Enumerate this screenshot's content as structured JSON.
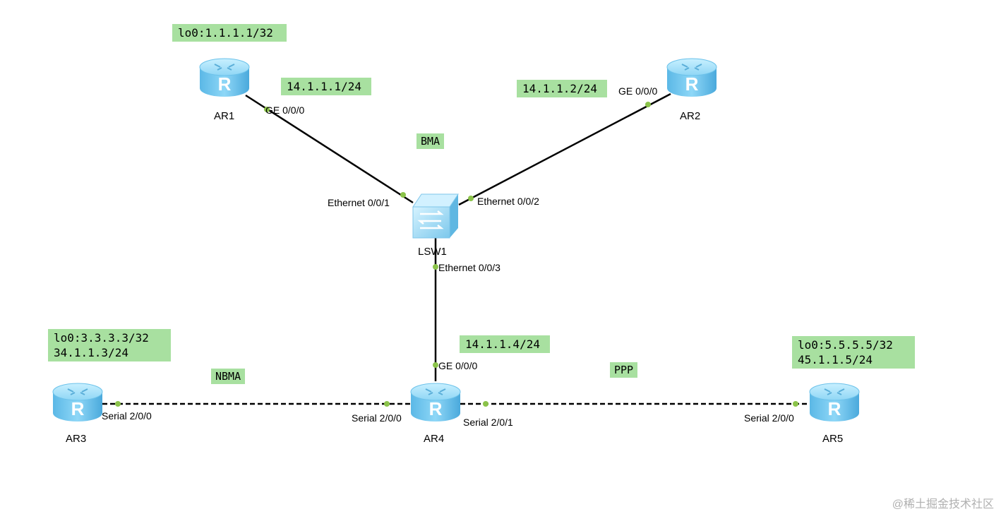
{
  "devices": {
    "ar1": "AR1",
    "ar2": "AR2",
    "ar3": "AR3",
    "ar4": "AR4",
    "ar5": "AR5",
    "lsw1": "LSW1"
  },
  "addresses": {
    "ar1_loopback": "lo0:1.1.1.1/32",
    "ar1_ge": "14.1.1.1/24",
    "ar2_ge": "14.1.1.2/24",
    "ar3": "lo0:3.3.3.3/32\n34.1.1.3/24",
    "ar4_ge": "14.1.1.4/24",
    "ar5": "lo0:5.5.5.5/32\n45.1.1.5/24"
  },
  "network_types": {
    "bma": "BMA",
    "nbma": "NBMA",
    "ppp": "PPP"
  },
  "interfaces": {
    "ar1_ge": "GE 0/0/0",
    "ar2_ge": "GE 0/0/0",
    "lsw1_e1": "Ethernet 0/0/1",
    "lsw1_e2": "Ethernet 0/0/2",
    "lsw1_e3": "Ethernet 0/0/3",
    "ar4_ge": "GE 0/0/0",
    "ar3_s": "Serial 2/0/0",
    "ar4_s0": "Serial 2/0/0",
    "ar4_s1": "Serial 2/0/1",
    "ar5_s": "Serial 2/0/0"
  },
  "watermark": "@稀土掘金技术社区",
  "colors": {
    "label_bg": "#a8e0a0",
    "port_dot": "#8bc34a",
    "router_body": "#6ec6ee",
    "router_top": "#a8e4fa",
    "link": "#000000"
  }
}
